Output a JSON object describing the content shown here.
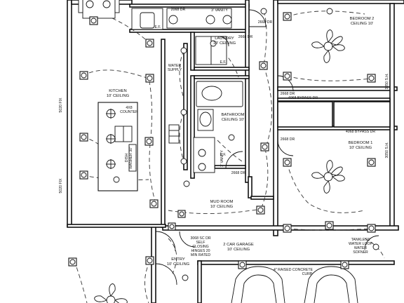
{
  "rooms": {
    "kitchen": {
      "name": "KITCHEN",
      "ceiling": "10' CEILING"
    },
    "bedroom2": {
      "name": "BEDROOM 2",
      "ceiling": "CEILING 10'"
    },
    "bedroom1": {
      "name": "BEDROOM 1",
      "ceiling": "10' CEILING"
    },
    "laundry": {
      "name": "LAUNDRY",
      "ceiling": "10' CEILING"
    },
    "bathroom": {
      "name": "BATHROOM",
      "ceiling": "CEILING 10'"
    },
    "mudroom": {
      "name": "MUD ROOM",
      "ceiling": "10' CEILING"
    },
    "garage": {
      "name": "2 CAR GARAGE",
      "ceiling": "10' CEILING"
    },
    "entry": {
      "name": "ENTRY",
      "ceiling": "10' CEILING"
    }
  },
  "labels": {
    "water_supply_1": "WATER",
    "water_supply_2": "SUPPLY",
    "vanity_top": "3' VANITY",
    "vanity_side": "3' VANITY",
    "dr_2068_top": "2068 DR",
    "dr_2668_laundry": "2668 DR",
    "dr_2668_hall": "2668 DR",
    "dr_2668_lower": "2668 DR",
    "dr_2668_bath": "2668 DR",
    "bypass_4068_top": "4068 BYPASS DR",
    "bypass_4068_bottom": "4068 BYPASS DR",
    "sh_3050_top": "3050 S.H.",
    "sh_3050_bottom": "3050 S.H.",
    "fix_5020_top": "5020 FIX",
    "fix_5020_bottom": "5020 FIX",
    "counter_1": "4X8",
    "counter_2": "COUNTER",
    "dishwasher_1": "DISH",
    "dishwasher_2": "WASHER 30\"",
    "self_closing_1": "3068 SC DR",
    "self_closing_2": "SELF",
    "self_closing_3": "CLOSING",
    "self_closing_4": "HINGES 20",
    "self_closing_5": "MIN RATED",
    "tankless_1": "TANKLESS",
    "tankless_2": "WATER LOOP",
    "tankless_3": "WATER",
    "tankless_4": "SOFNER",
    "curb": "4\" RAISED CONCRETE",
    "curb_2": "CURB",
    "ef_1": "E.F.",
    "ef_2": "E.F.",
    "ef_3": "E.F."
  }
}
